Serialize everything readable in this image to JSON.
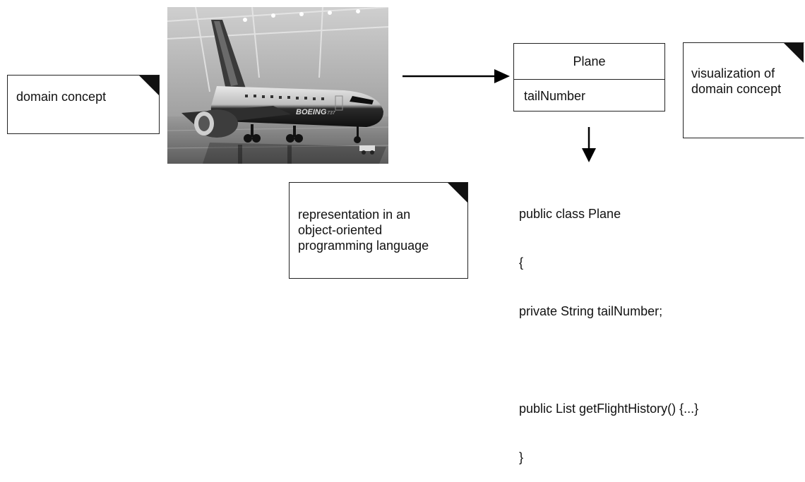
{
  "notes": {
    "domain_concept": "domain concept",
    "visualization": "visualization of\ndomain concept",
    "representation": "representation in an\nobject-oriented\nprogramming language"
  },
  "photo": {
    "subject": "Boeing 737 airplane in hangar",
    "brand_text": "BOEING",
    "model_text": "737"
  },
  "uml_class": {
    "name": "Plane",
    "attribute": "tailNumber"
  },
  "code": {
    "lines": [
      "public class Plane",
      "{",
      "private String tailNumber;",
      "",
      "public List getFlightHistory() {...}",
      "}"
    ]
  }
}
